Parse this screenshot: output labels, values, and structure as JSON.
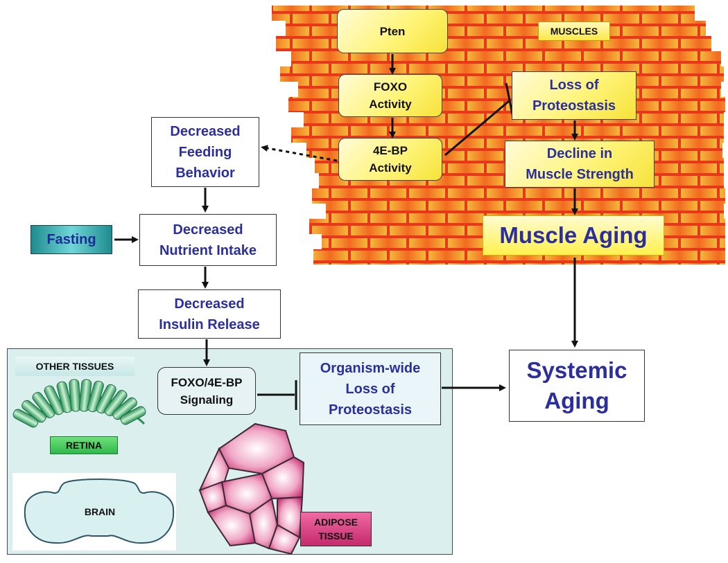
{
  "muscles_region": {
    "label": "MUSCLES",
    "pten": "Pten",
    "foxo_activity": "FOXO\nActivity",
    "fourebp_activity": "4E-BP\nActivity",
    "loss_of_proteostasis": "Loss of\nProteostasis",
    "decline_in_muscle_strength": "Decline in\nMuscle Strength",
    "muscle_aging": "Muscle Aging"
  },
  "feeding_pathway": {
    "decreased_feeding_behavior": "Decreased\nFeeding\nBehavior",
    "fasting": "Fasting",
    "decreased_nutrient_intake": "Decreased\nNutrient Intake",
    "decreased_insulin_release": "Decreased\nInsulin Release"
  },
  "other_tissues": {
    "label": "OTHER TISSUES",
    "foxo_4ebp_signaling": "FOXO/4E-BP\nSignaling",
    "organism_wide_loss": "Organism-wide\nLoss of\nProteostasis",
    "retina": "RETINA",
    "brain": "BRAIN",
    "adipose_tissue": "ADIPOSE\nTISSUE"
  },
  "systemic_aging": "Systemic\nAging",
  "colors": {
    "muscle_brick_red": "#e8371a",
    "muscle_brick_yellow": "#f7b23a",
    "box_yellow": "#fff47a",
    "text_blue": "#2b2f9e",
    "tissue_panel": "#dcefef",
    "retina_green": "#2fb84a",
    "adipose_pink": "#d23d7b",
    "fasting_teal": "#1f8b8f"
  }
}
